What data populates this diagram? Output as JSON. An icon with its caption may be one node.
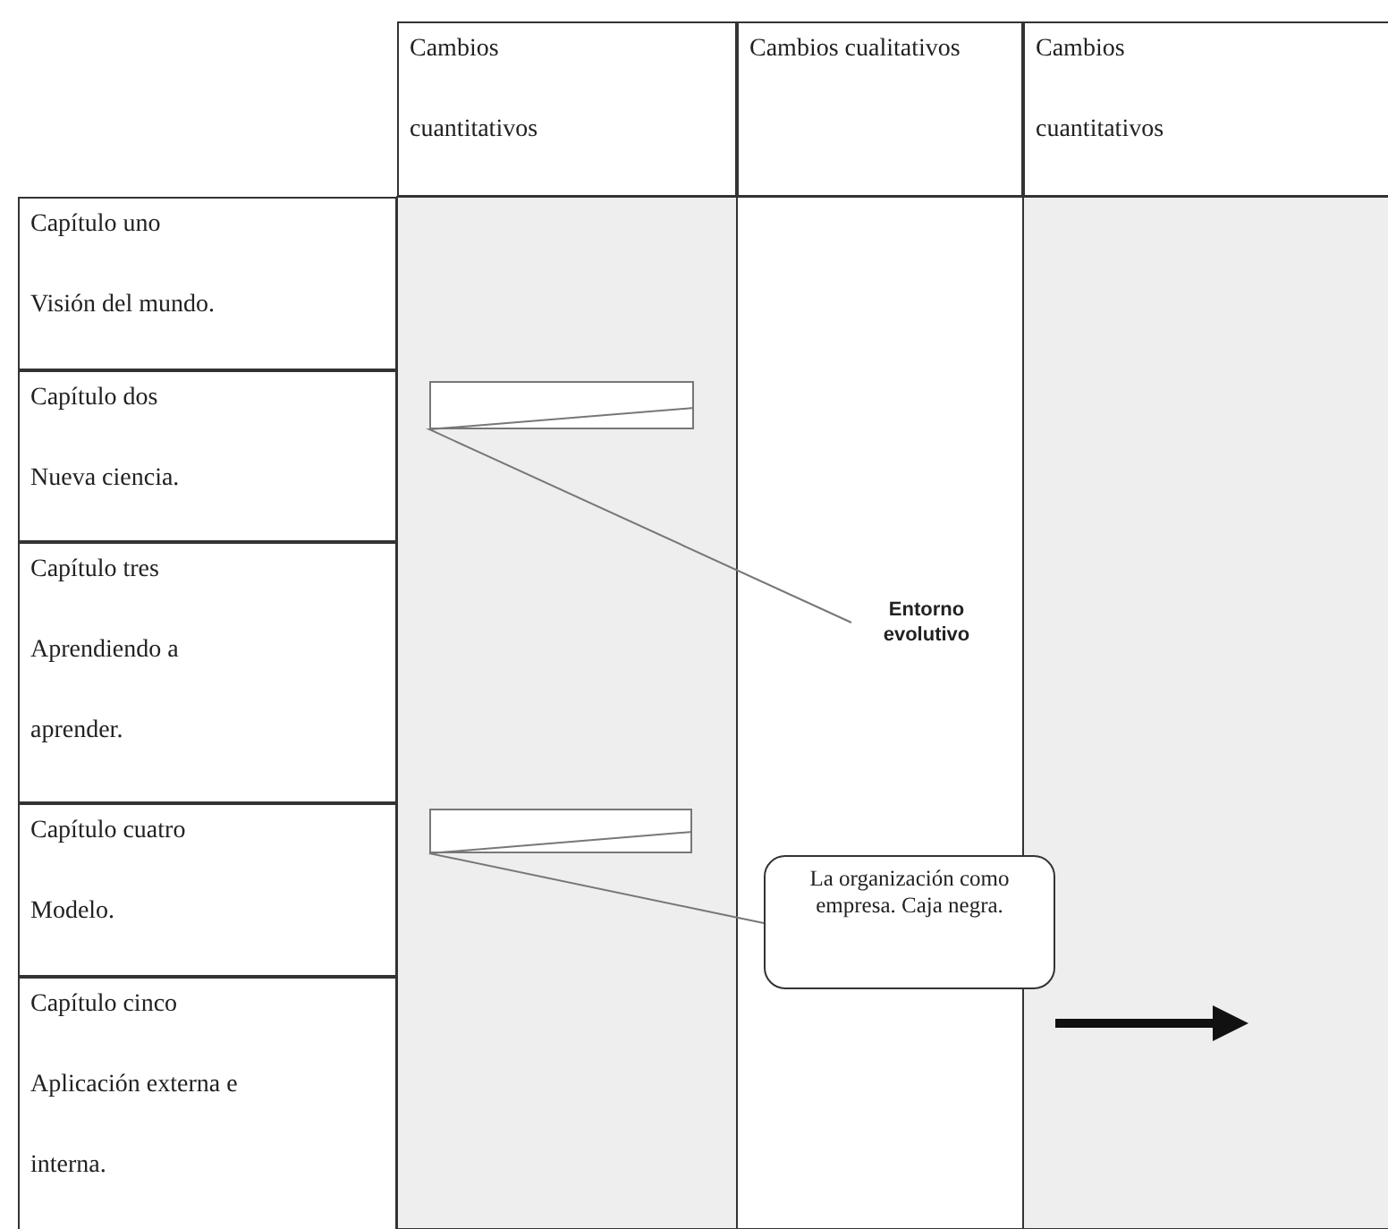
{
  "diagram": {
    "nodes": [
      {
        "text": [
          "Cambios",
          "cuantitativos"
        ]
      },
      {
        "text": [
          "Cambios cualitativos"
        ]
      },
      {
        "text": [
          "Cambios",
          "cuantitativos"
        ]
      },
      {
        "text": [
          "Capítulo uno",
          "Visión del mundo."
        ]
      },
      {
        "text": [
          "Capítulo dos",
          "Nueva ciencia."
        ]
      },
      {
        "text": [
          "Capítulo tres",
          "Aprendiendo a",
          "aprender."
        ]
      },
      {
        "text": [
          "Capítulo cuatro",
          "Modelo."
        ]
      },
      {
        "text": [
          "Capítulo cinco",
          "Aplicación externa e",
          "interna."
        ]
      },
      {
        "text": [],
        "shape": "box"
      },
      {
        "text": [
          "Entorno evolutivo"
        ]
      },
      {
        "text": [],
        "shape": "box"
      },
      {
        "text": [
          "La organización como empresa. Caja negra."
        ]
      }
    ],
    "edges": [
      {
        "from": 8,
        "to": 9,
        "arrow": "none"
      },
      {
        "from": 10,
        "to": 11,
        "arrow": "none"
      }
    ]
  }
}
